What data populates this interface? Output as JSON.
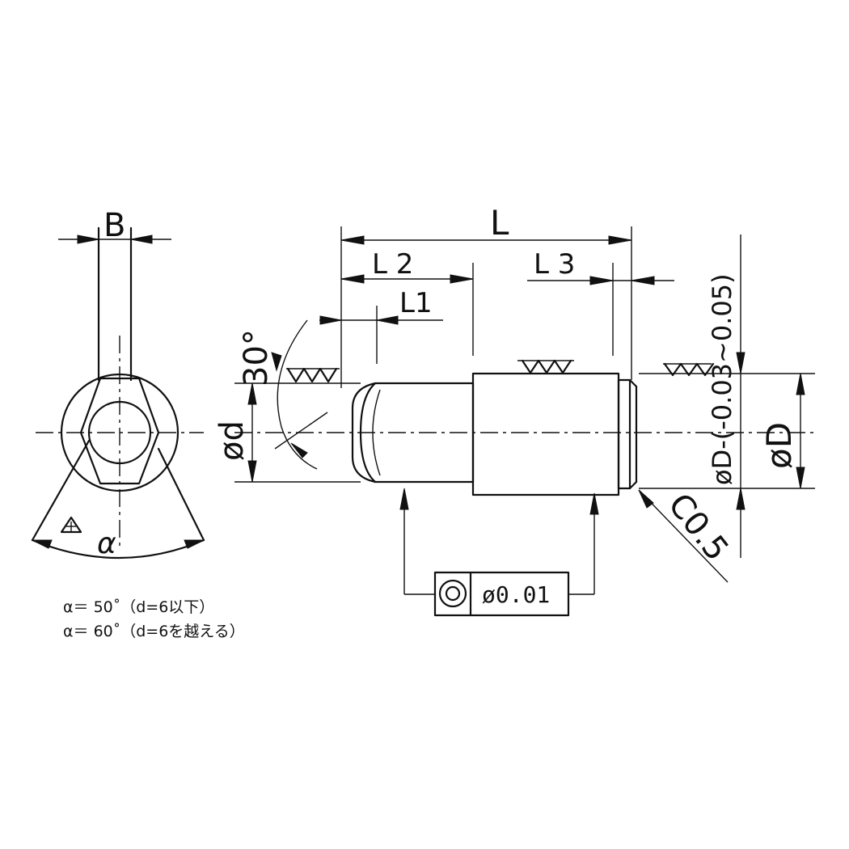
{
  "labels": {
    "B": "B",
    "L": "L",
    "L2": "L 2",
    "L3": "L 3",
    "L1": "L1",
    "angle30": "30°",
    "phi_d": "ød",
    "phi_D_tol": "øD-(-0.03~0.05)",
    "phi_D": "øD",
    "chamfer": "C0.5",
    "alpha": "α",
    "tolerance_value": "ø0.01"
  },
  "notes": [
    "α＝ 50˚（d=6以下）",
    "α＝ 60˚（d=6を越える）"
  ],
  "icons": {
    "surface_finish": "triangle-finish-icon",
    "concentricity": "concentricity-icon",
    "material_mark": "material-mark-icon"
  }
}
